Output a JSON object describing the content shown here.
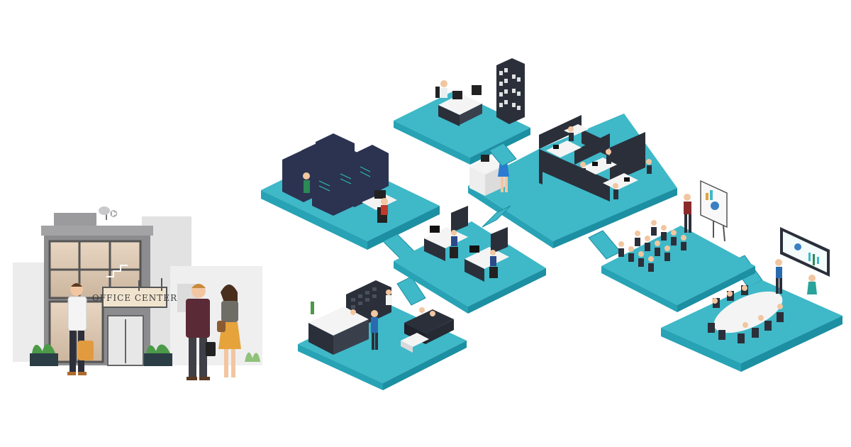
{
  "sign": {
    "text": "OFFICE CENTER"
  },
  "colors": {
    "background": "#ffffff",
    "platform_top": "#3fb8c8",
    "platform_side": "#1d8fa2",
    "platform_front": "#27a3b5",
    "furniture_dark": "#2b2f3a",
    "building_grey": "#8c8c8e",
    "building_light": "#e9e9ea",
    "skin": "#f2c6a0"
  },
  "scene": {
    "rooms": [
      "entrance-building",
      "server-room",
      "manager-office",
      "open-space-cubicles",
      "workstation-room",
      "reception",
      "presentation-room",
      "meeting-room"
    ]
  }
}
